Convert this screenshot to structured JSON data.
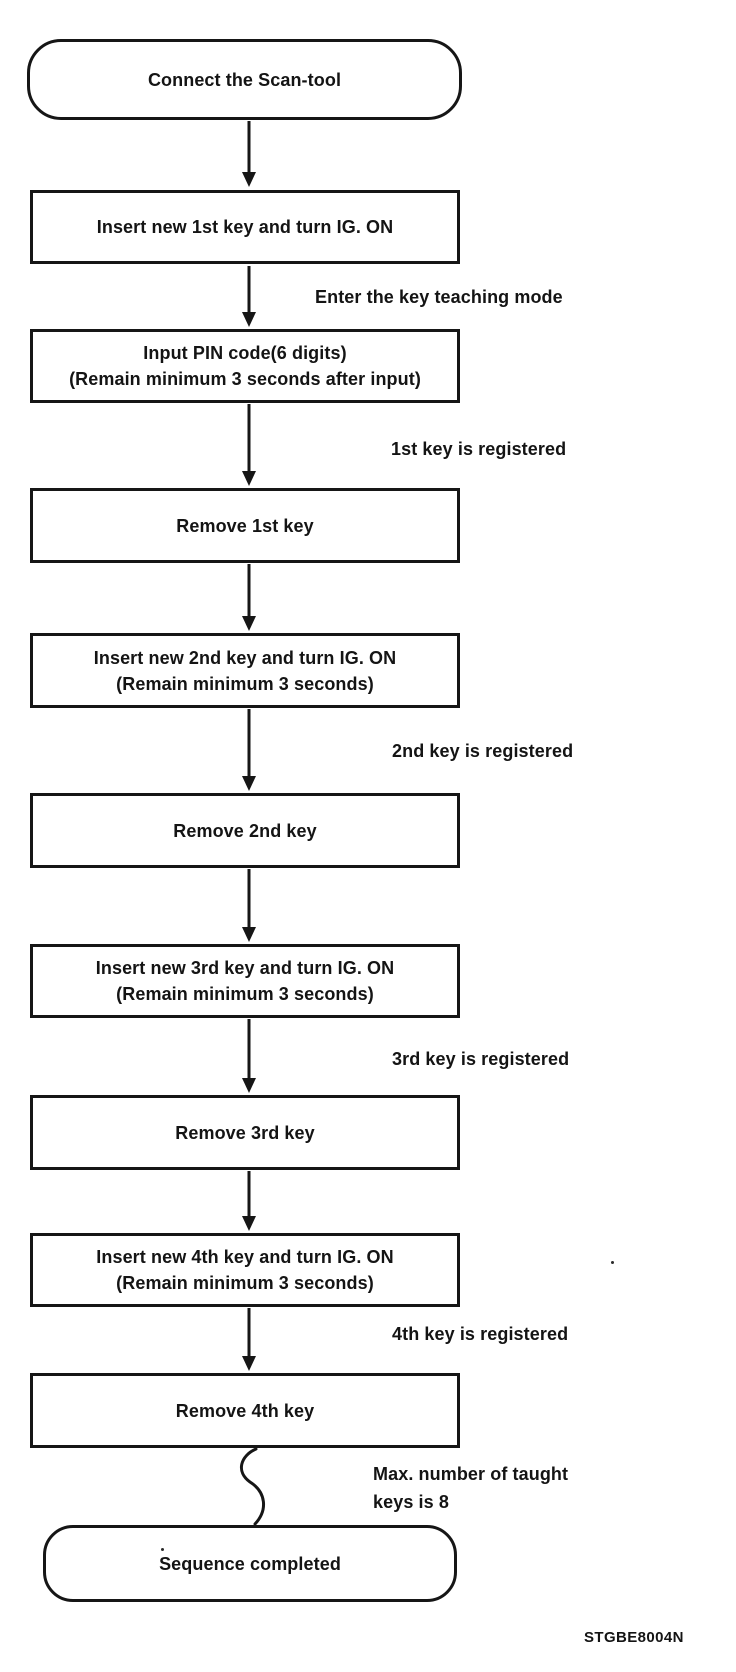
{
  "flowchart": {
    "nodes": [
      {
        "id": "start",
        "shape": "terminal",
        "text": "Connect the Scan-tool"
      },
      {
        "id": "insert-1st-key",
        "shape": "process",
        "text": "Insert new 1st key and turn IG. ON"
      },
      {
        "id": "input-pin",
        "shape": "process",
        "text": "Input PIN code(6 digits)\n(Remain minimum 3 seconds after input)"
      },
      {
        "id": "remove-1st-key",
        "shape": "process",
        "text": "Remove 1st key"
      },
      {
        "id": "insert-2nd-key",
        "shape": "process",
        "text": "Insert new 2nd key and turn IG. ON\n(Remain minimum 3 seconds)"
      },
      {
        "id": "remove-2nd-key",
        "shape": "process",
        "text": "Remove 2nd key"
      },
      {
        "id": "insert-3rd-key",
        "shape": "process",
        "text": "Insert new 3rd key and turn IG. ON\n(Remain minimum 3 seconds)"
      },
      {
        "id": "remove-3rd-key",
        "shape": "process",
        "text": "Remove 3rd key"
      },
      {
        "id": "insert-4th-key",
        "shape": "process",
        "text": "Insert new 4th key and turn IG. ON\n(Remain minimum 3 seconds)"
      },
      {
        "id": "remove-4th-key",
        "shape": "process",
        "text": "Remove 4th key"
      },
      {
        "id": "end",
        "shape": "terminal",
        "text": "Sequence completed"
      }
    ],
    "edge_labels": [
      "Enter the key teaching mode",
      "1st key is registered",
      "2nd key is registered",
      "3rd key is registered",
      "4th key is registered"
    ],
    "note": "Max. number of taught\nkeys is 8",
    "figure_code": "STGBE8004N",
    "colors": {
      "ink": "#161616",
      "background": "#ffffff"
    }
  }
}
